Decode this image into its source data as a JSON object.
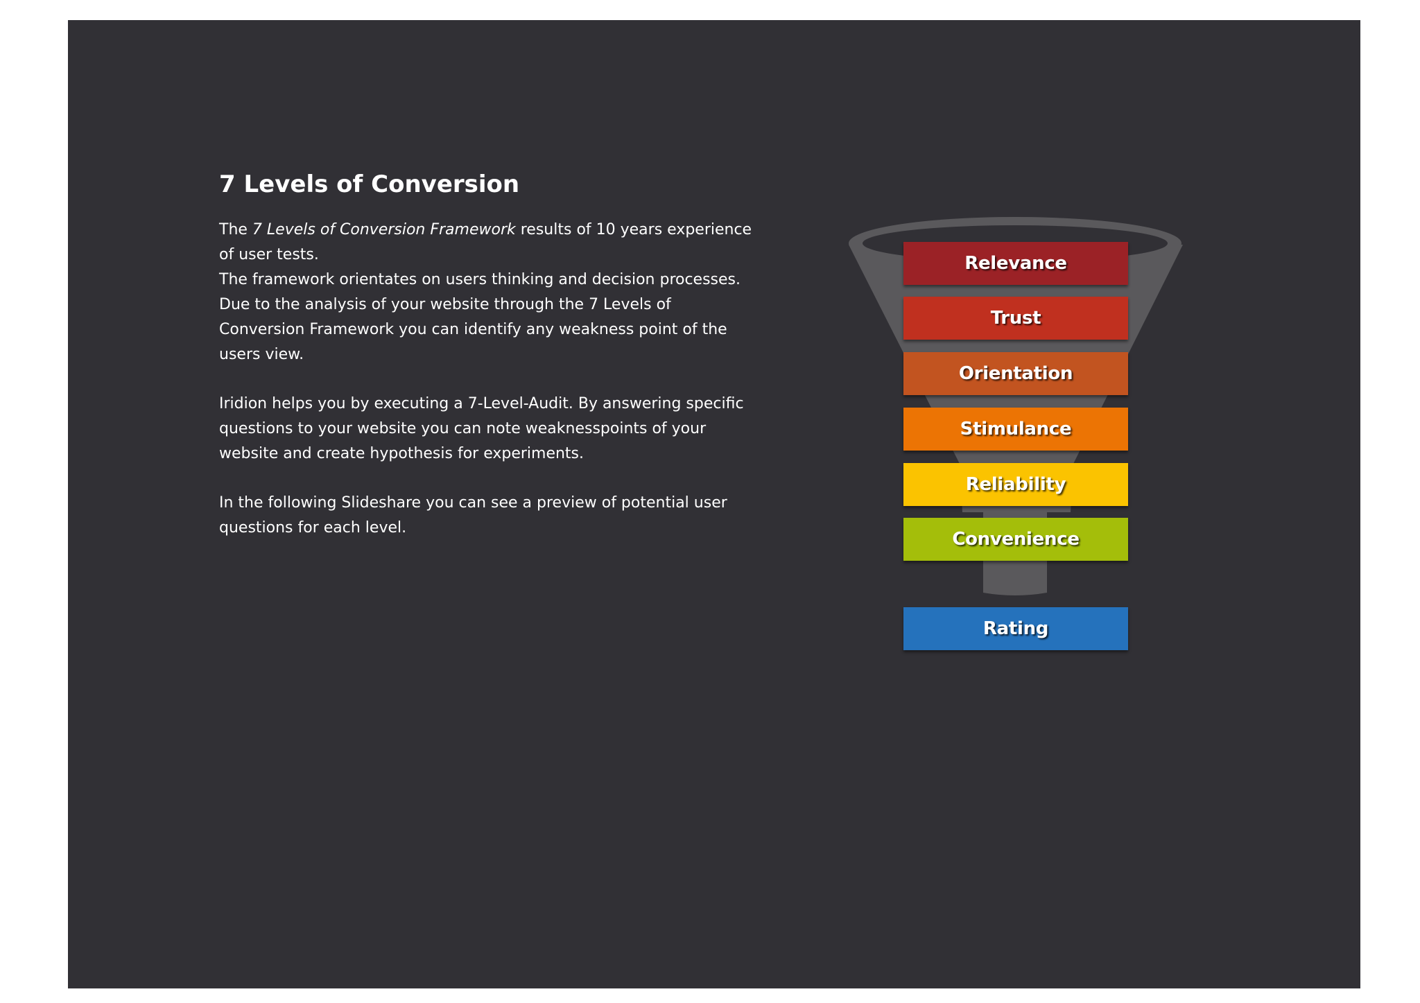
{
  "title": "7 Levels of Conversion",
  "intro": {
    "pre": "The ",
    "framework_italic": "7 Levels of Conversion Framework",
    "post": " results of 10 years experience of user tests.",
    "line2": "The framework orientates on users thinking and decision processes. Due to the analysis of your website through the 7 Levels of Conversion Framework you can identify any weakness point of the users view."
  },
  "audit_paragraph": "Iridion helps you by executing a 7-Level-Audit. By answering specific questions to your website you can note weaknesspoints of your website and create hypothesis for experiments.",
  "preview_paragraph": "In the following Slideshare you can see a preview of potential user questions for each level.",
  "levels": [
    {
      "label": "Relevance",
      "color": "#9b2226"
    },
    {
      "label": "Trust",
      "color": "#c0301f"
    },
    {
      "label": "Orientation",
      "color": "#c25420"
    },
    {
      "label": "Stimulance",
      "color": "#ec7404"
    },
    {
      "label": "Reliability",
      "color": "#fbc300"
    },
    {
      "label": "Convenience",
      "color": "#a4be0a"
    },
    {
      "label": "Rating",
      "color": "#2572bc"
    }
  ],
  "colors": {
    "slide_background": "#313035",
    "funnel": "#5a595c",
    "text": "#ffffff"
  }
}
